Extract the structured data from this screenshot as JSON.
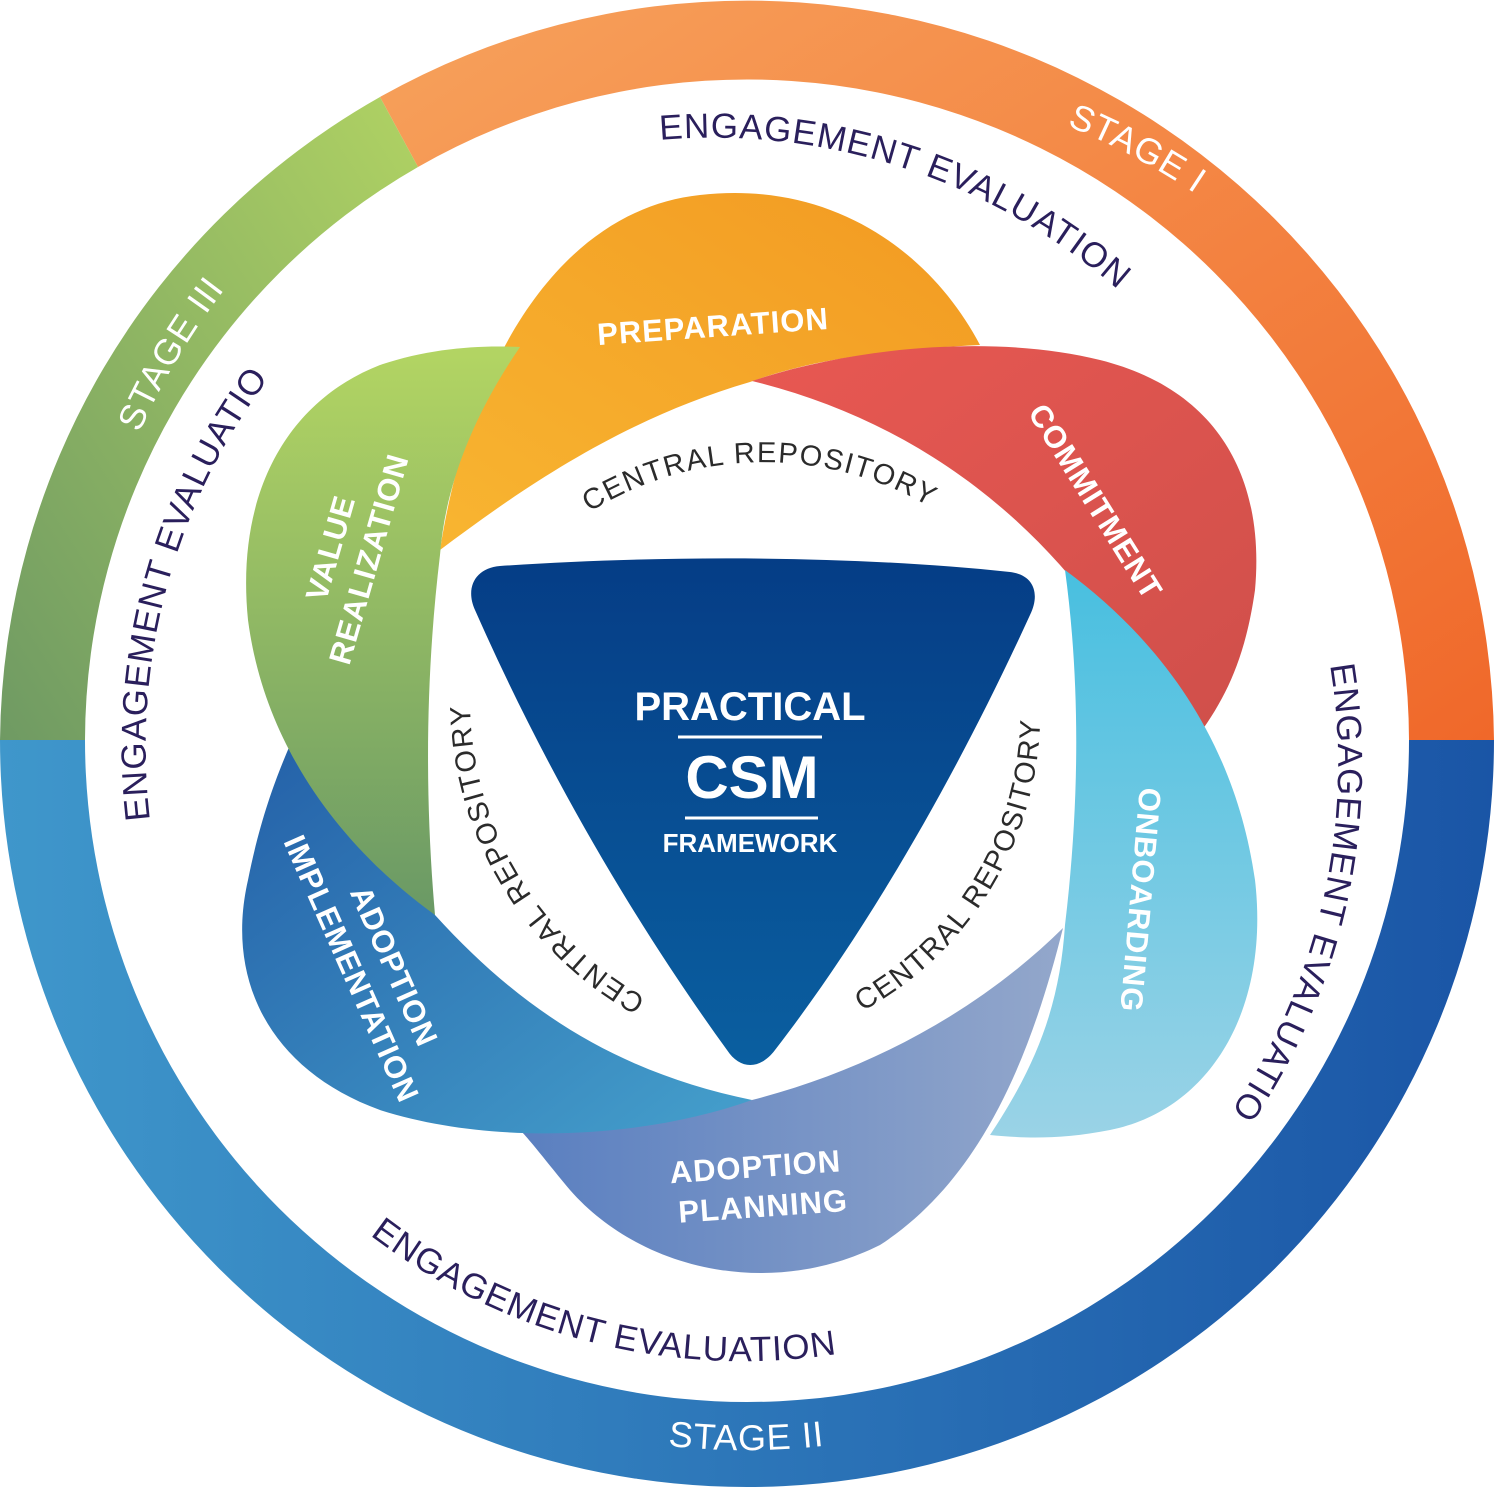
{
  "colors": {
    "stage1": "#f2702c",
    "stage2": "#2b78b8",
    "stage3": "#8fb765",
    "preparation": "#f5a42a",
    "commitment": "#da524f",
    "onboarding": "#6cc6e0",
    "adoption_planning": "#7d95c6",
    "adoption_implementation": "#2f6fb0",
    "value_realization": "#86ad62",
    "center": "#07488c",
    "evaluation_text": "#2a1f5c"
  },
  "stages": {
    "stage1": "STAGE I",
    "stage2": "STAGE II",
    "stage3": "STAGE III"
  },
  "engagement_evaluation": "ENGAGEMENT EVALUATION",
  "central_repository": "CENTRAL REPOSITORY",
  "petals": {
    "preparation": "PREPARATION",
    "commitment": "COMMITMENT",
    "onboarding": "ONBOARDING",
    "adoption_planning": {
      "line1": "ADOPTION",
      "line2": "PLANNING"
    },
    "adoption_implementation": {
      "line1": "ADOPTION",
      "line2": "IMPLEMENTATION"
    },
    "value_realization": {
      "line1": "VALUE",
      "line2": "REALIZATION"
    }
  },
  "center": {
    "line1": "PRACTICAL",
    "line2": "CSM",
    "line3": "FRAMEWORK"
  }
}
